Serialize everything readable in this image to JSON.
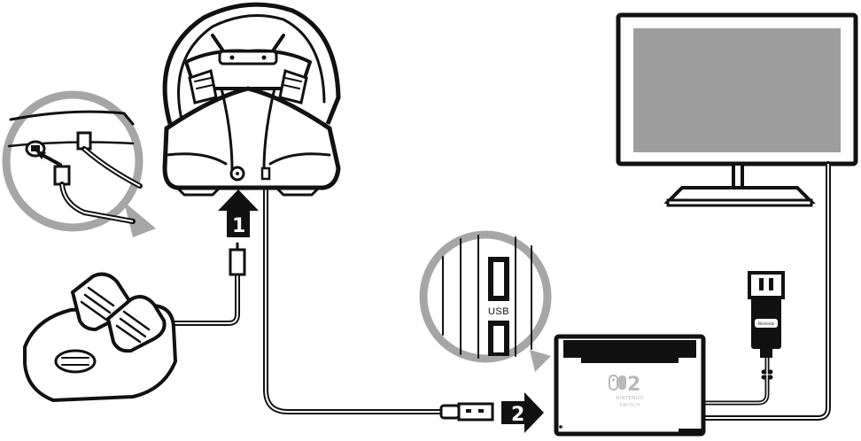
{
  "steps": {
    "step1": "1",
    "step2": "2"
  },
  "labels": {
    "usb_port": "USB"
  },
  "console": {
    "logo_number": "2",
    "logo_text_1": "NINTENDO",
    "logo_text_2": "SWITCH"
  },
  "adapter": {
    "brand": "Nintendo"
  },
  "colors": {
    "ink": "#111111",
    "screen": "#9e9e9e",
    "callout_ring": "#a6a6a6",
    "logo": "#b9b9b9"
  }
}
